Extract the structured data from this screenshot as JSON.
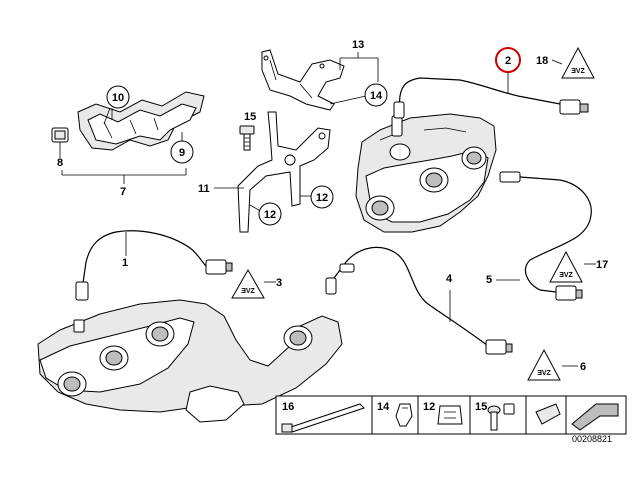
{
  "diagram": {
    "reference_number": "00208821",
    "part_labels": {
      "p1": "1",
      "p2": "2",
      "p3": "3",
      "p4": "4",
      "p5": "5",
      "p6": "6",
      "p7": "7",
      "p8": "8",
      "p9": "9",
      "p10": "10",
      "p11": "11",
      "p12a": "12",
      "p12b": "12",
      "p13": "13",
      "p14": "14",
      "p15": "15",
      "p16": "16",
      "p17": "17",
      "p18": "18"
    },
    "warning_triangle_text": "ƎVZ",
    "highlight_color": "#d00000",
    "legend_items": [
      {
        "label": "16"
      },
      {
        "label": "14"
      },
      {
        "label": "12"
      },
      {
        "label": "15"
      },
      {
        "label": ""
      },
      {
        "label": ""
      }
    ]
  }
}
